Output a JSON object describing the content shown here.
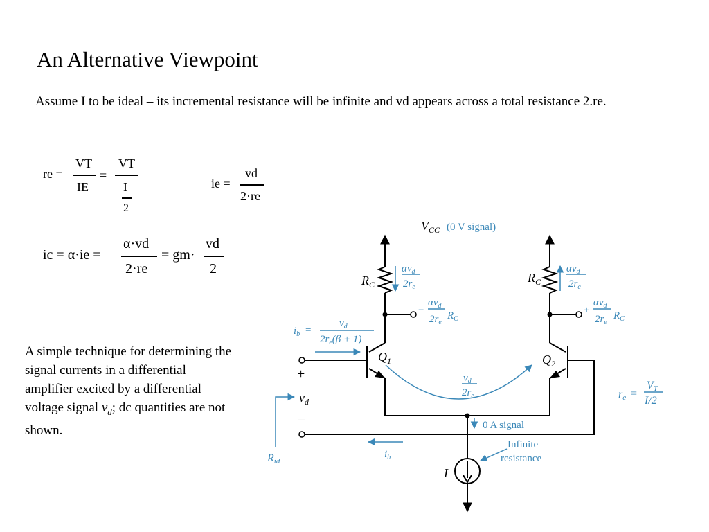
{
  "slide": {
    "title": "An Alternative Viewpoint",
    "intro": "Assume I to be ideal – its incremental resistance will be infinite and vd appears across a total resistance 2.re.",
    "side_text_before": "A simple technique for determining the signal currents in a  differential amplifier excited by a differential voltage signal ",
    "side_var": "v",
    "side_sub": "d",
    "side_text_after": "; dc quantities are not shown."
  },
  "equations": {
    "re": {
      "lhs": "re =",
      "num1": "VT",
      "den1": "IE",
      "eq": "=",
      "num2": "VT",
      "den2_num": "I",
      "den2_den": "2"
    },
    "ie": {
      "lhs": "ie =",
      "num": "vd",
      "den": "2·re"
    },
    "ic": {
      "lhs": "ic = α·ie =",
      "num1": "α·vd",
      "den1": "2·re",
      "mid": "= gm·",
      "num2": "vd",
      "den2": "2"
    }
  },
  "circuit": {
    "vcc_label": "V",
    "vcc_sub": "CC",
    "vcc_note": "(0 V signal)",
    "rc": "R",
    "rc_sub": "C",
    "q1": "Q",
    "q1_sub": "1",
    "q2": "Q",
    "q2_sub": "2",
    "plus": "+",
    "minus": "−",
    "vd": "v",
    "vd_sub": "d",
    "rid": "R",
    "rid_sub": "id",
    "ib": "i",
    "ib_sub": "b",
    "zero_a": "0 A signal",
    "infinite_1": "Infinite",
    "infinite_2": "resistance",
    "current_i": "I",
    "re_label": "r",
    "re_sub": "e",
    "re_eq": "=",
    "vt": "V",
    "vt_sub": "T",
    "i_over_2": "I/2",
    "alpha_vd": "αv",
    "d": "d",
    "two_re": "2r",
    "e": "e",
    "neg": "−",
    "pos": "+",
    "ib_eq_lhs": "i",
    "ib_eq_sub": "b",
    "ib_eq_sign": "=",
    "ib_den": "2r",
    "ib_den_tail": "(β + 1)",
    "accent": "#3b88b8"
  }
}
